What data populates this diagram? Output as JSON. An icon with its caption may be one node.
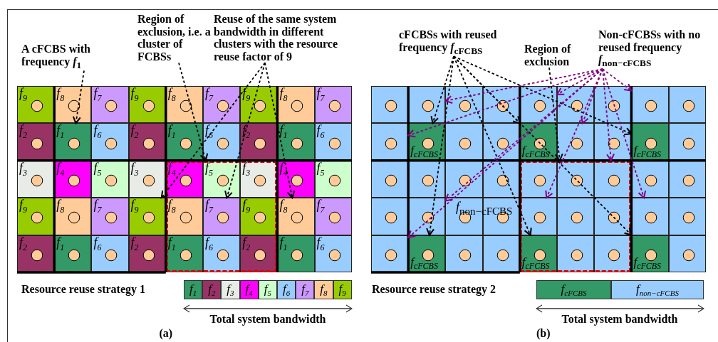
{
  "diagram": {
    "nodes": [
      {
        "text": [
          "A cFCBS with frequency *f*$_{1}$"
        ]
      },
      {
        "text": [
          "Region of exclusion, i.e. a cluster of FCBSs"
        ]
      },
      {
        "text": [
          "Reuse of the same system bandwidth in different clusters with the resource reuse factor of 9"
        ]
      },
      {
        "text": [],
        "shape": "box"
      },
      {
        "text": [
          "f$_{9}$"
        ]
      },
      {
        "text": [
          "f$_{8}$"
        ]
      },
      {
        "text": [
          "f$_{7}$"
        ]
      },
      {
        "text": [
          "f$_{9}$"
        ]
      },
      {
        "text": [
          "f$_{8}$"
        ]
      },
      {
        "text": [
          "f$_{7}$"
        ]
      },
      {
        "text": [
          "f$_{9}$"
        ]
      },
      {
        "text": [
          "f$_{8}$"
        ]
      },
      {
        "text": [
          "f$_{7}$"
        ]
      },
      {
        "text": [
          "f$_{2}$"
        ]
      },
      {
        "text": [
          "f$_{1}$"
        ]
      },
      {
        "text": [
          "f$_{6}$"
        ]
      },
      {
        "text": [
          "f$_{2}$"
        ]
      },
      {
        "text": [
          "f$_{1}$"
        ]
      },
      {
        "text": [
          "f$_{6}$"
        ]
      },
      {
        "text": [
          "f$_{2}$"
        ]
      },
      {
        "text": [
          "f$_{1}$"
        ]
      },
      {
        "text": [
          "f$_{6}$"
        ]
      },
      {
        "text": [
          "f$_{3}$"
        ]
      },
      {
        "text": [
          "f$_{4}$"
        ]
      },
      {
        "text": [
          "f$_{5}$"
        ]
      },
      {
        "text": [
          "f$_{3}$"
        ]
      },
      {
        "text": [
          "f$_{4}$"
        ],
        "in": 3
      },
      {
        "text": [
          "f$_{5}$"
        ],
        "in": 3
      },
      {
        "text": [
          "f$_{3}$"
        ],
        "in": 3
      },
      {
        "text": [
          "f$_{4}$"
        ]
      },
      {
        "text": [
          "f$_{5}$"
        ]
      },
      {
        "text": [
          "f$_{9}$"
        ]
      },
      {
        "text": [
          "f$_{8}$"
        ]
      },
      {
        "text": [
          "f$_{7}$"
        ]
      },
      {
        "text": [
          "f$_{9}$"
        ]
      },
      {
        "text": [
          "f$_{8}$"
        ],
        "in": 3
      },
      {
        "text": [
          "f$_{7}$"
        ],
        "in": 3
      },
      {
        "text": [
          "f$_{9}$"
        ],
        "in": 3
      },
      {
        "text": [
          "f$_{8}$"
        ]
      },
      {
        "text": [
          "f$_{7}$"
        ]
      },
      {
        "text": [
          "f$_{2}$"
        ]
      },
      {
        "text": [
          "f$_{1}$"
        ]
      },
      {
        "text": [
          "f$_{6}$"
        ]
      },
      {
        "text": [
          "f$_{2}$"
        ]
      },
      {
        "text": [
          "f$_{1}$"
        ],
        "in": 3
      },
      {
        "text": [
          "f$_{6}$"
        ],
        "in": 3
      },
      {
        "text": [
          "f$_{2}$"
        ],
        "in": 3
      },
      {
        "text": [
          "f$_{1}$"
        ]
      },
      {
        "text": [
          "f$_{6}$"
        ]
      },
      {
        "text": [
          "cFCBSs with reused frequency *f*$_{cFCBS}$"
        ]
      },
      {
        "text": [
          "Region of exclusion"
        ]
      },
      {
        "text": [
          "Non-cFCBSs with no reused frequency *f*$_{non−cFCBS}$"
        ]
      },
      {
        "text": [],
        "shape": "box"
      },
      {
        "text": [],
        "shape": "box"
      },
      {
        "text": [],
        "shape": "box"
      },
      {
        "text": [],
        "shape": "box"
      },
      {
        "text": [],
        "shape": "box"
      },
      {
        "text": [],
        "shape": "box"
      },
      {
        "text": [],
        "shape": "box"
      },
      {
        "text": [],
        "shape": "box"
      },
      {
        "text": [],
        "shape": "box"
      },
      {
        "text": [],
        "shape": "box"
      },
      {
        "text": [],
        "shape": "box"
      },
      {
        "text": [
          "f$_{cFCBS}$"
        ]
      },
      {
        "text": [],
        "shape": "box"
      },
      {
        "text": [],
        "shape": "box"
      },
      {
        "text": [
          "f$_{cFCBS}$"
        ]
      },
      {
        "text": [],
        "shape": "box"
      },
      {
        "text": [],
        "shape": "box"
      },
      {
        "text": [
          "f$_{cFCBS}$"
        ]
      },
      {
        "text": [],
        "shape": "box"
      },
      {
        "text": [],
        "shape": "box"
      },
      {
        "text": [],
        "shape": "box"
      },
      {
        "text": [],
        "shape": "box"
      },
      {
        "text": [],
        "shape": "box"
      },
      {
        "text": [],
        "shape": "box",
        "in": 52
      },
      {
        "text": [],
        "shape": "box",
        "in": 52
      },
      {
        "text": [],
        "shape": "box",
        "in": 52
      },
      {
        "text": [],
        "shape": "box"
      },
      {
        "text": [],
        "shape": "box"
      },
      {
        "text": [],
        "shape": "box"
      },
      {
        "text": [],
        "shape": "box"
      },
      {
        "text": [],
        "shape": "box"
      },
      {
        "text": [],
        "shape": "box"
      },
      {
        "text": [],
        "shape": "box",
        "in": 52
      },
      {
        "text": [],
        "shape": "box",
        "in": 52
      },
      {
        "text": [],
        "shape": "box",
        "in": 52
      },
      {
        "text": [],
        "shape": "box"
      },
      {
        "text": [],
        "shape": "box"
      },
      {
        "text": [],
        "shape": "box"
      },
      {
        "text": [
          "f$_{cFCBS}$"
        ]
      },
      {
        "text": [],
        "shape": "box"
      },
      {
        "text": [],
        "shape": "box"
      },
      {
        "text": [
          "f$_{cFCBS}$"
        ],
        "in": 52
      },
      {
        "text": [],
        "shape": "box",
        "in": 52
      },
      {
        "text": [],
        "shape": "box",
        "in": 52
      },
      {
        "text": [
          "f$_{cFCBS}$"
        ]
      },
      {
        "text": [],
        "shape": "box"
      }
    ],
    "edges": [
      {
        "from": 0,
        "to": 14,
        "arrow": "to",
        "style": "dashed"
      },
      {
        "from": 1,
        "to": 3,
        "arrow": "to",
        "style": "dashed"
      },
      {
        "from": 2,
        "to": 34,
        "arrow": "to",
        "style": "dashed"
      },
      {
        "from": 2,
        "to": 36,
        "arrow": "to",
        "style": "dashed"
      },
      {
        "from": 2,
        "to": 38,
        "arrow": "to",
        "style": "dashed"
      },
      {
        "from": 49,
        "to": 63,
        "arrow": "to",
        "style": "dashed"
      },
      {
        "from": 49,
        "to": 66,
        "arrow": "to",
        "style": "dashed"
      },
      {
        "from": 49,
        "to": 69,
        "arrow": "to",
        "style": "dashed"
      },
      {
        "from": 49,
        "to": 90,
        "arrow": "to",
        "style": "dashed"
      },
      {
        "from": 49,
        "to": 93,
        "arrow": "to",
        "style": "dashed"
      },
      {
        "from": 49,
        "to": 96,
        "arrow": "to",
        "style": "dashed"
      },
      {
        "from": 50,
        "to": 52,
        "arrow": "to",
        "style": "dashed"
      },
      {
        "from": 51,
        "to": 54,
        "arrow": "to",
        "style": "dashed",
        "color": "#800080"
      },
      {
        "from": 51,
        "to": 62,
        "arrow": "to",
        "style": "dashed",
        "color": "#800080"
      },
      {
        "from": 51,
        "to": 57,
        "arrow": "to",
        "style": "dashed",
        "color": "#800080"
      },
      {
        "from": 51,
        "to": 60,
        "arrow": "to",
        "style": "dashed",
        "color": "#800080"
      },
      {
        "from": 51,
        "to": 67,
        "arrow": "to",
        "style": "dashed",
        "color": "#800080"
      },
      {
        "from": 51,
        "to": 77,
        "arrow": "to",
        "style": "dashed",
        "color": "#800080"
      },
      {
        "from": 51,
        "to": 81,
        "arrow": "to",
        "style": "dashed",
        "color": "#800080"
      },
      {
        "from": 51,
        "to": 84,
        "arrow": "to",
        "style": "dashed",
        "color": "#800080"
      },
      {
        "from": 51,
        "to": 87,
        "arrow": "to",
        "style": "dashed",
        "color": "#800080"
      },
      {
        "from": 51,
        "to": 89,
        "arrow": "to",
        "style": "dashed",
        "color": "#800080"
      }
    ],
    "labels": [
      "Resource reuse strategy 1",
      "Total system bandwidth",
      "(a)",
      "*f*$_{non−cFCBS}$",
      "Resource reuse strategy 2",
      "Total system bandwidth",
      "(b)"
    ],
    "legend": [
      {
        "text": "f$_{1}$",
        "color": "#339966"
      },
      {
        "text": "f$_{2}$",
        "color": "#993366"
      },
      {
        "text": "f$_{3}$",
        "color": "#e8ece6"
      },
      {
        "text": "f$_{4}$",
        "color": "#ff00ff"
      },
      {
        "text": "f$_{5}$",
        "color": "#ccffcc"
      },
      {
        "text": "f$_{6}$",
        "color": "#99ccff"
      },
      {
        "text": "f$_{7}$",
        "color": "#cc99ff"
      },
      {
        "text": "f$_{8}$",
        "color": "#ffcc99"
      },
      {
        "text": "f$_{9}$",
        "color": "#99cc00"
      },
      {
        "text": "f$_{cFCBS}$",
        "color": "#339966"
      },
      {
        "text": "f$_{non−cFCBS}$",
        "color": "#99ccff"
      }
    ]
  }
}
